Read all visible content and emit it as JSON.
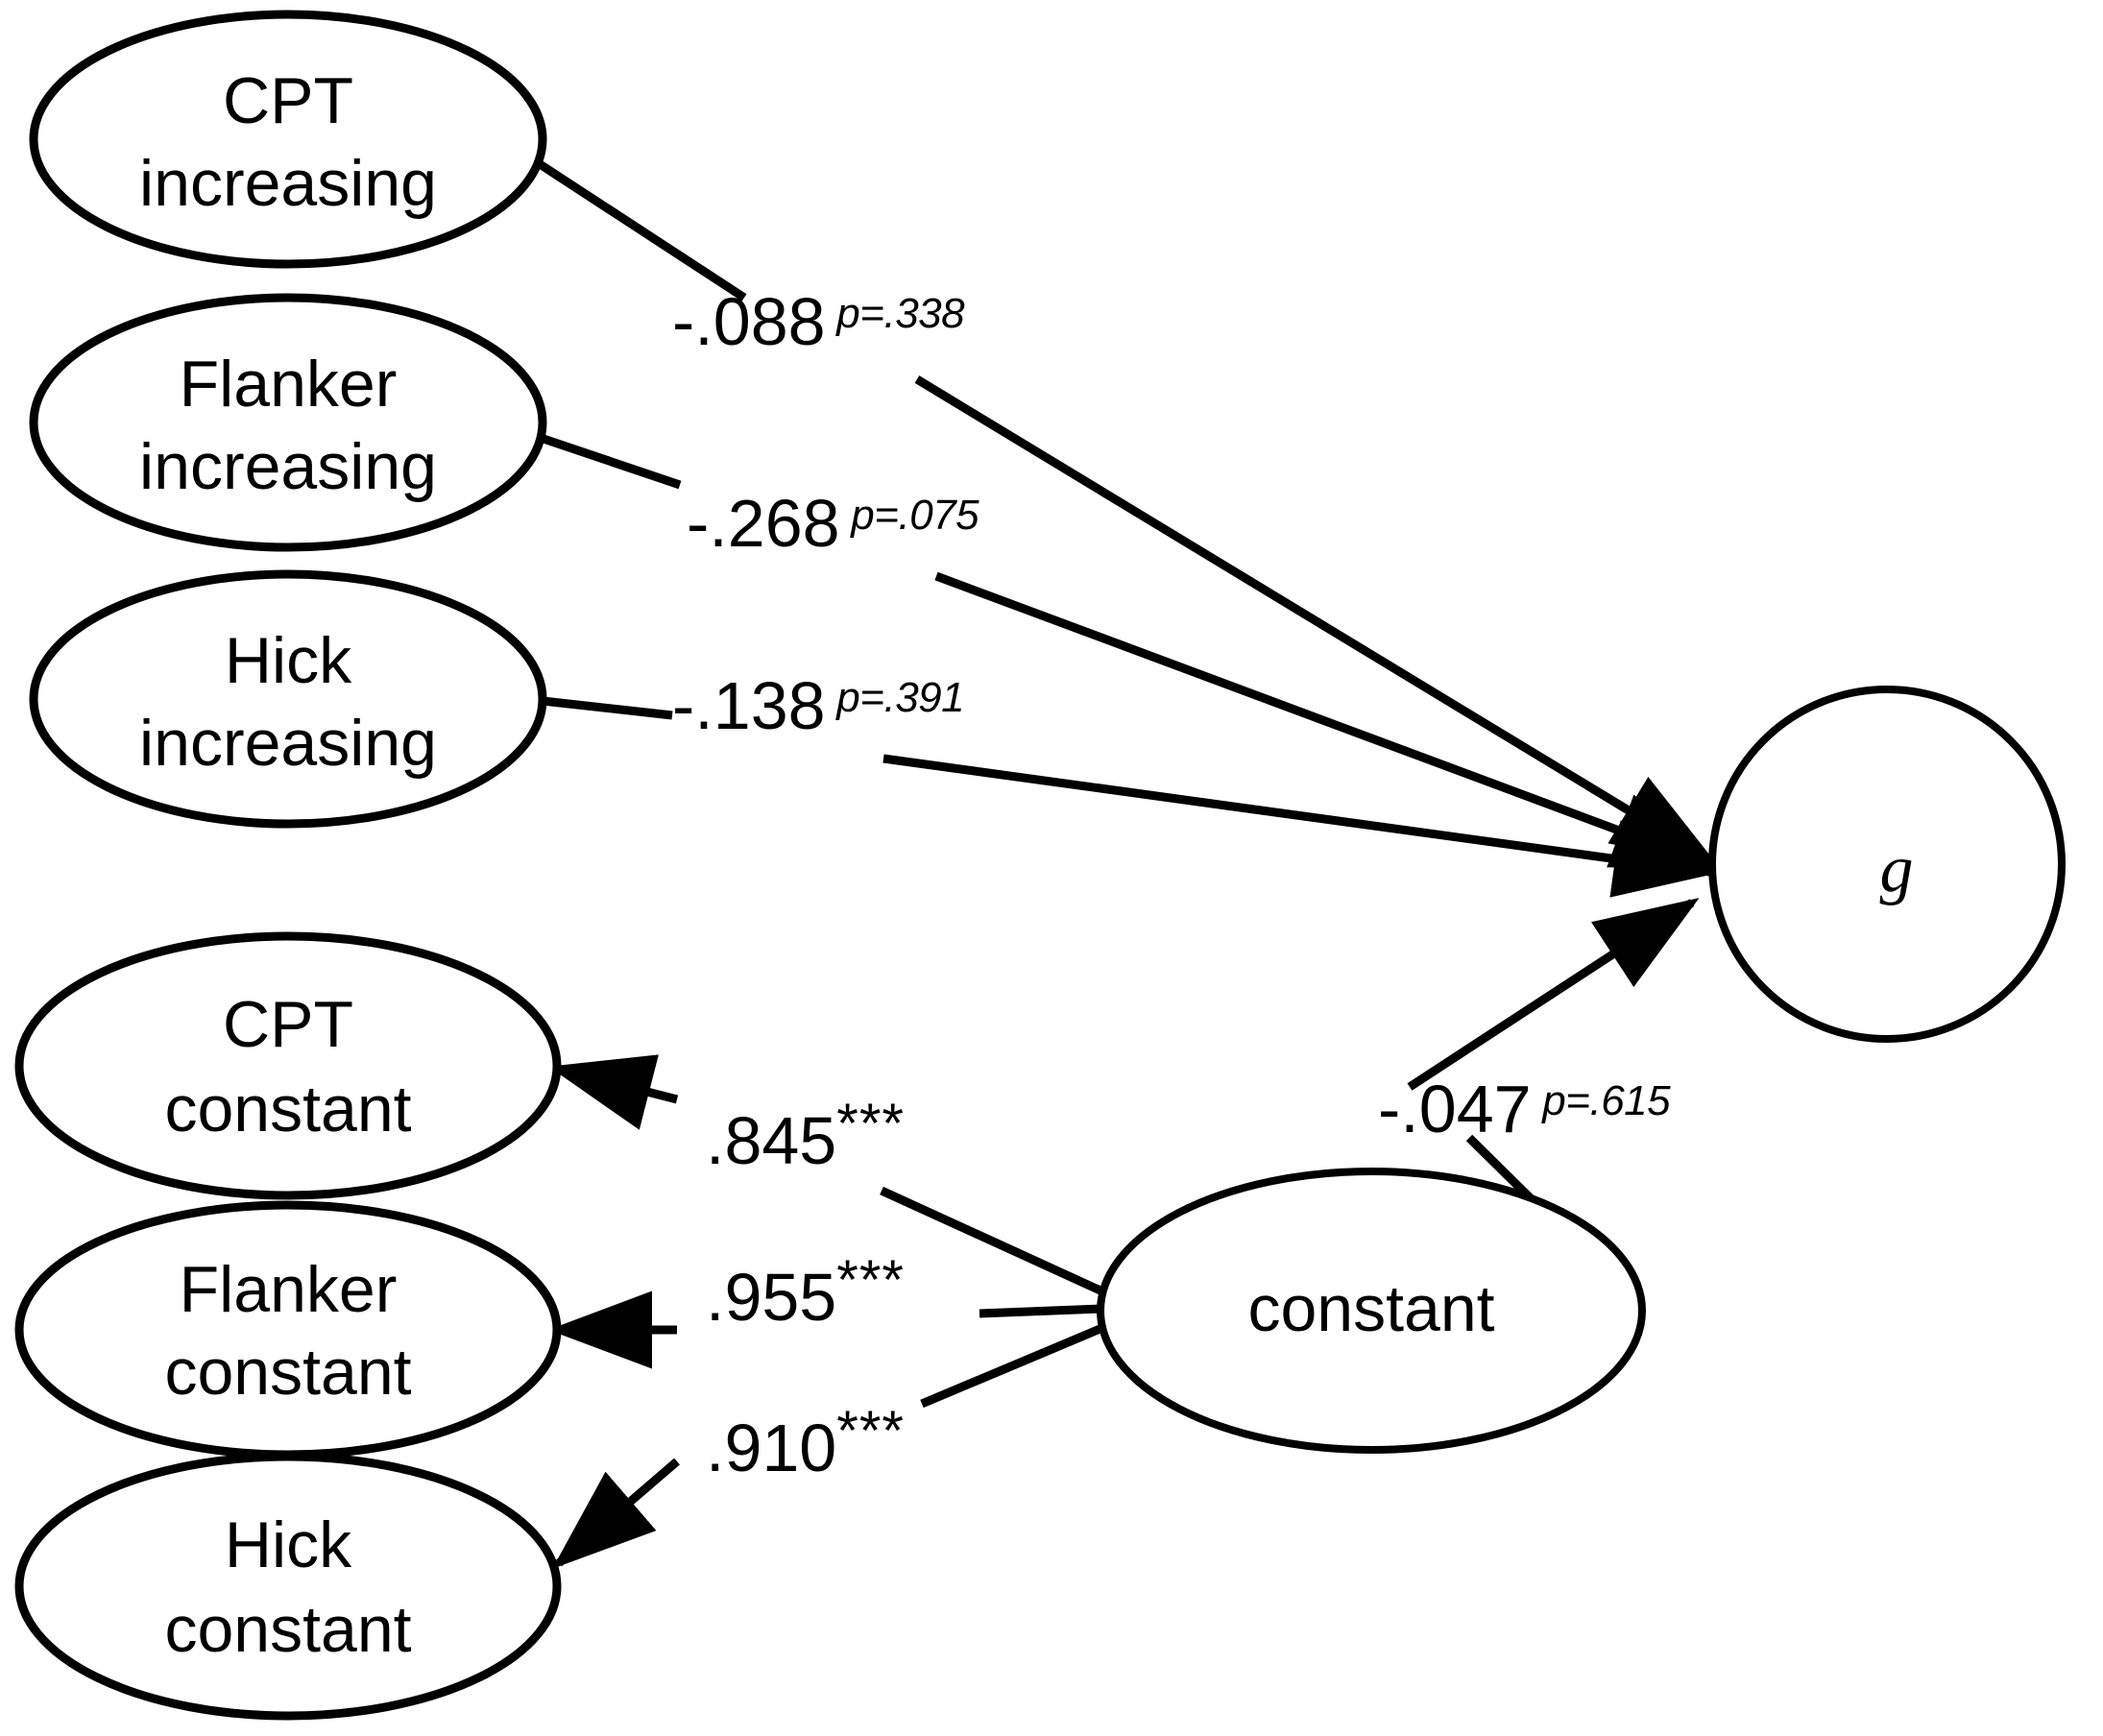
{
  "diagram": {
    "type": "path-diagram",
    "title": "",
    "background_color": "#ffffff",
    "stroke_color": "#000000",
    "nodes": [
      {
        "id": "cpt_increasing",
        "shape": "ellipse",
        "line1": "CPT",
        "line2": "increasing"
      },
      {
        "id": "flanker_increasing",
        "shape": "ellipse",
        "line1": "Flanker",
        "line2": "increasing"
      },
      {
        "id": "hick_increasing",
        "shape": "ellipse",
        "line1": "Hick",
        "line2": "increasing"
      },
      {
        "id": "cpt_constant",
        "shape": "ellipse",
        "line1": "CPT",
        "line2": "constant"
      },
      {
        "id": "flanker_constant",
        "shape": "ellipse",
        "line1": "Flanker",
        "line2": "constant"
      },
      {
        "id": "hick_constant",
        "shape": "ellipse",
        "line1": "Hick",
        "line2": "constant"
      },
      {
        "id": "constant_factor",
        "shape": "ellipse",
        "line1": "constant",
        "line2": ""
      },
      {
        "id": "g_factor",
        "shape": "circle",
        "line1": "g",
        "line2": ""
      }
    ],
    "edges": [
      {
        "id": "e1",
        "from": "cpt_increasing",
        "to": "g_factor",
        "estimate": "-.088",
        "p_text": "p=.338",
        "stars": "",
        "arrow": true
      },
      {
        "id": "e2",
        "from": "flanker_increasing",
        "to": "g_factor",
        "estimate": "-.268",
        "p_text": "p=.075",
        "stars": "",
        "arrow": true
      },
      {
        "id": "e3",
        "from": "hick_increasing",
        "to": "g_factor",
        "estimate": "-.138",
        "p_text": "p=.391",
        "stars": "",
        "arrow": true
      },
      {
        "id": "e4",
        "from": "constant_factor",
        "to": "g_factor",
        "estimate": "-.047",
        "p_text": "p=.615",
        "stars": "",
        "arrow": true
      },
      {
        "id": "e5",
        "from": "constant_factor",
        "to": "cpt_constant",
        "estimate": ".845",
        "p_text": "",
        "stars": "***",
        "arrow": true
      },
      {
        "id": "e6",
        "from": "constant_factor",
        "to": "flanker_constant",
        "estimate": ".955",
        "p_text": "",
        "stars": "***",
        "arrow": true
      },
      {
        "id": "e7",
        "from": "constant_factor",
        "to": "hick_constant",
        "estimate": ".910",
        "p_text": "",
        "stars": "***",
        "arrow": true
      }
    ]
  },
  "chart_data": {
    "type": "diagram",
    "title": "",
    "nodes": [
      "CPT increasing",
      "Flanker increasing",
      "Hick increasing",
      "CPT constant",
      "Flanker constant",
      "Hick constant",
      "constant",
      "g"
    ],
    "paths": [
      {
        "from": "CPT increasing",
        "to": "g",
        "value": -0.088,
        "p": 0.338
      },
      {
        "from": "Flanker increasing",
        "to": "g",
        "value": -0.268,
        "p": 0.075
      },
      {
        "from": "Hick increasing",
        "to": "g",
        "value": -0.138,
        "p": 0.391
      },
      {
        "from": "constant",
        "to": "g",
        "value": -0.047,
        "p": 0.615
      },
      {
        "from": "constant",
        "to": "CPT constant",
        "value": 0.845,
        "significance": "***"
      },
      {
        "from": "constant",
        "to": "Flanker constant",
        "value": 0.955,
        "significance": "***"
      },
      {
        "from": "constant",
        "to": "Hick constant",
        "value": 0.91,
        "significance": "***"
      }
    ]
  }
}
